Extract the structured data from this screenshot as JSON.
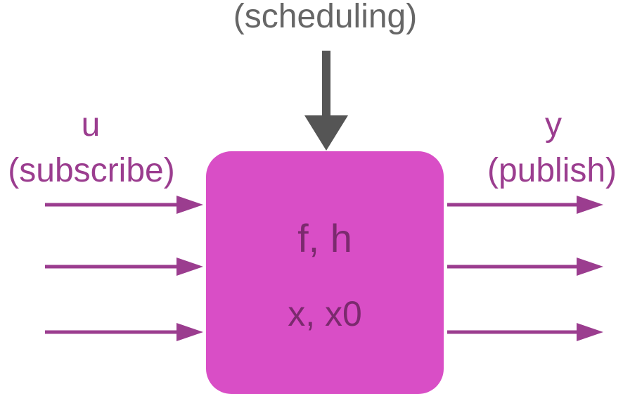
{
  "diagram": {
    "top_label": "(scheduling)",
    "input": {
      "symbol": "u",
      "description": "(subscribe)"
    },
    "output": {
      "symbol": "y",
      "description": "(publish)"
    },
    "block": {
      "line1": "f, h",
      "line2": "x, x0"
    },
    "input_arrow_count": 3,
    "output_arrow_count": 3
  },
  "colors": {
    "block_fill": "#d94ec6",
    "block_text": "#7b2a6e",
    "io_arrow": "#9b3d8f",
    "io_text": "#9b3d8f",
    "schedule_arrow": "#555555",
    "schedule_text": "#666666"
  }
}
